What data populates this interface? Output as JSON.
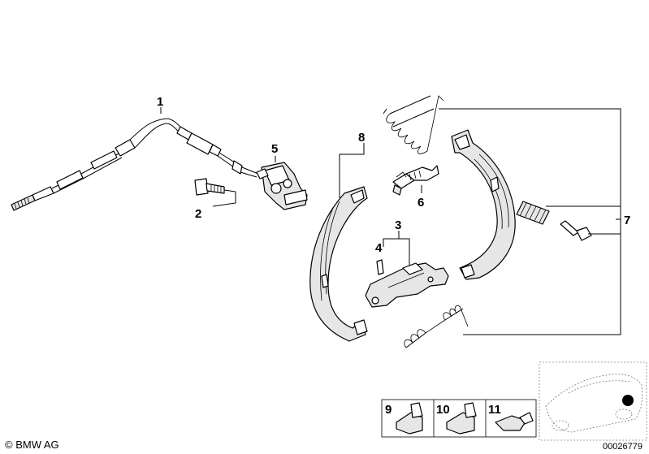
{
  "callouts": {
    "c1": "1",
    "c2": "2",
    "c3": "3",
    "c4": "4",
    "c5": "5",
    "c6": "6",
    "c7": "7",
    "c8": "8",
    "c9": "9",
    "c10": "10",
    "c11": "11"
  },
  "copyright": "© BMW AG",
  "reference_number": "00026779"
}
